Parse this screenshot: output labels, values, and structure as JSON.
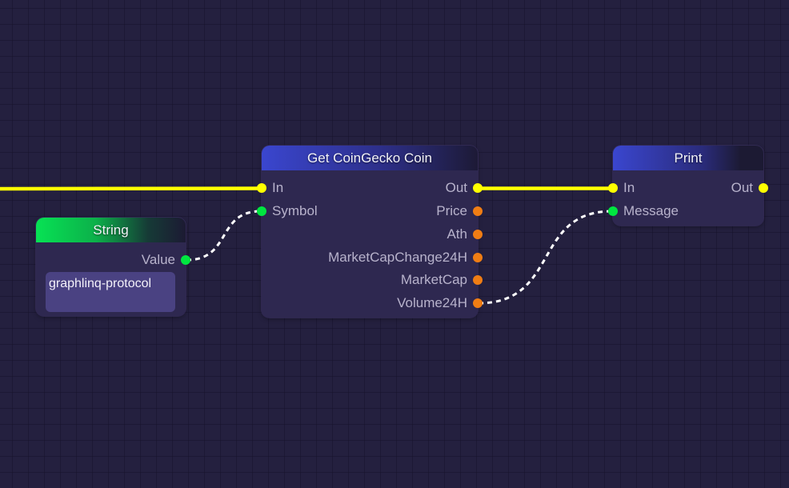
{
  "colors": {
    "exec": "#ffff00",
    "data_green": "#00e640",
    "data_orange": "#f07d14",
    "wire_data": "#ffffff"
  },
  "nodes": {
    "string": {
      "title": "String",
      "outputs": [
        {
          "label": "Value",
          "type": "data_green"
        }
      ],
      "value": "graphlinq-protocol"
    },
    "coingecko": {
      "title": "Get CoinGecko Coin",
      "inputs": [
        {
          "label": "In",
          "type": "exec"
        },
        {
          "label": "Symbol",
          "type": "data_green"
        }
      ],
      "outputs": [
        {
          "label": "Out",
          "type": "exec"
        },
        {
          "label": "Price",
          "type": "data_orange"
        },
        {
          "label": "Ath",
          "type": "data_orange"
        },
        {
          "label": "MarketCapChange24H",
          "type": "data_orange"
        },
        {
          "label": "MarketCap",
          "type": "data_orange"
        },
        {
          "label": "Volume24H",
          "type": "data_orange"
        }
      ]
    },
    "print": {
      "title": "Print",
      "inputs": [
        {
          "label": "In",
          "type": "exec"
        },
        {
          "label": "Message",
          "type": "data_green"
        }
      ],
      "outputs": [
        {
          "label": "Out",
          "type": "exec"
        }
      ]
    }
  },
  "connections": [
    {
      "from": "offscreen-left",
      "to": "coingecko.In",
      "kind": "exec"
    },
    {
      "from": "string.Value",
      "to": "coingecko.Symbol",
      "kind": "data"
    },
    {
      "from": "coingecko.Out",
      "to": "print.In",
      "kind": "exec"
    },
    {
      "from": "coingecko.Volume24H",
      "to": "print.Message",
      "kind": "data"
    }
  ]
}
